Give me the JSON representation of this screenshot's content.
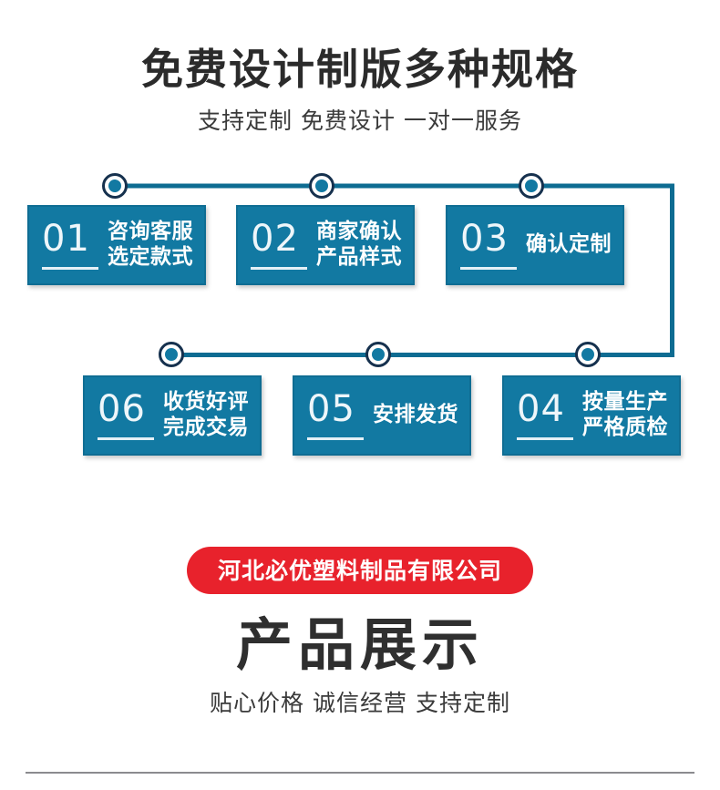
{
  "header": {
    "title": "免费设计制版多种规格",
    "subtitle": "支持定制 免费设计 一对一服务"
  },
  "flow": {
    "accent_color": "#1279a2",
    "line_color": "#0e6c92",
    "node_ring_color": "#16314e",
    "node_fill_color": "#1279a2",
    "top_row": [
      {
        "number": "01",
        "line1": "咨询客服",
        "line2": "选定款式"
      },
      {
        "number": "02",
        "line1": "商家确认",
        "line2": "产品样式"
      },
      {
        "number": "03",
        "line1": "确认定制",
        "line2": ""
      }
    ],
    "bottom_row": [
      {
        "number": "06",
        "line1": "收货好评",
        "line2": "完成交易"
      },
      {
        "number": "05",
        "line1": "安排发货",
        "line2": ""
      },
      {
        "number": "04",
        "line1": "按量生产",
        "line2": "严格质检"
      }
    ]
  },
  "brand": {
    "pill": "河北必优塑料制品有限公司",
    "pill_color": "#e8222c",
    "title": "产品展示",
    "subtitle": "贴心价格 诚信经营 支持定制"
  }
}
